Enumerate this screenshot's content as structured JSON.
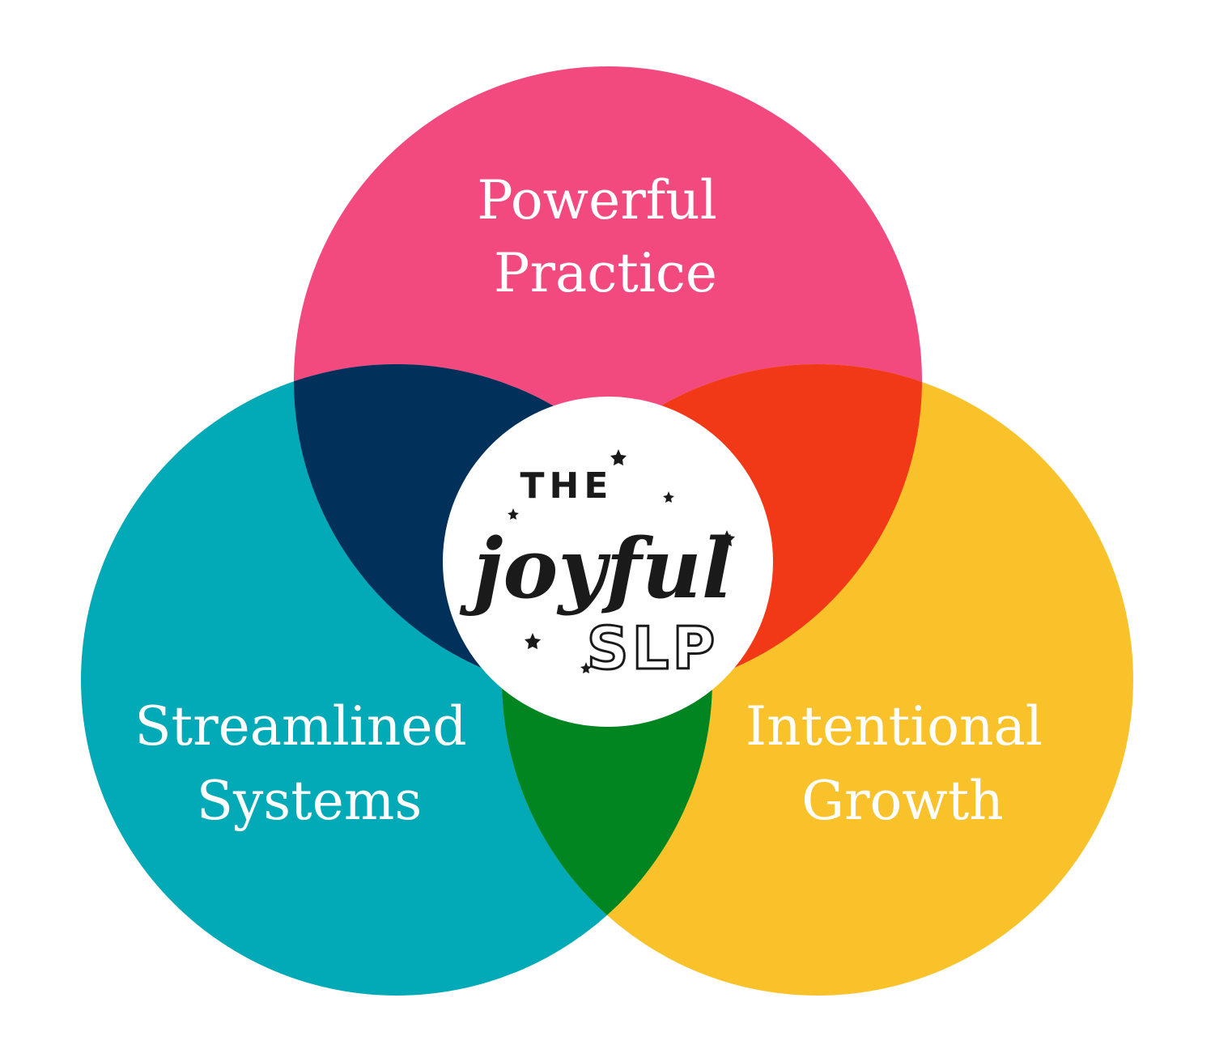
{
  "circles": {
    "top": {
      "label_lines": [
        "Powerful",
        "Practice"
      ],
      "color": "#f24a7f"
    },
    "left": {
      "label_lines": [
        "Streamlined",
        "Systems"
      ],
      "color": "#02a9b6"
    },
    "right": {
      "label_lines": [
        "Intentional",
        "Growth"
      ],
      "color": "#f9c22a"
    }
  },
  "overlaps": {
    "top_left": {
      "color": "#01305b"
    },
    "top_right": {
      "color": "#f23917"
    },
    "left_right": {
      "color": "#008520"
    }
  },
  "center_logo": {
    "line1": "THE",
    "line2": "joyful",
    "line3": "SLP",
    "background": "#ffffff",
    "ink": "#1a1a1a"
  }
}
